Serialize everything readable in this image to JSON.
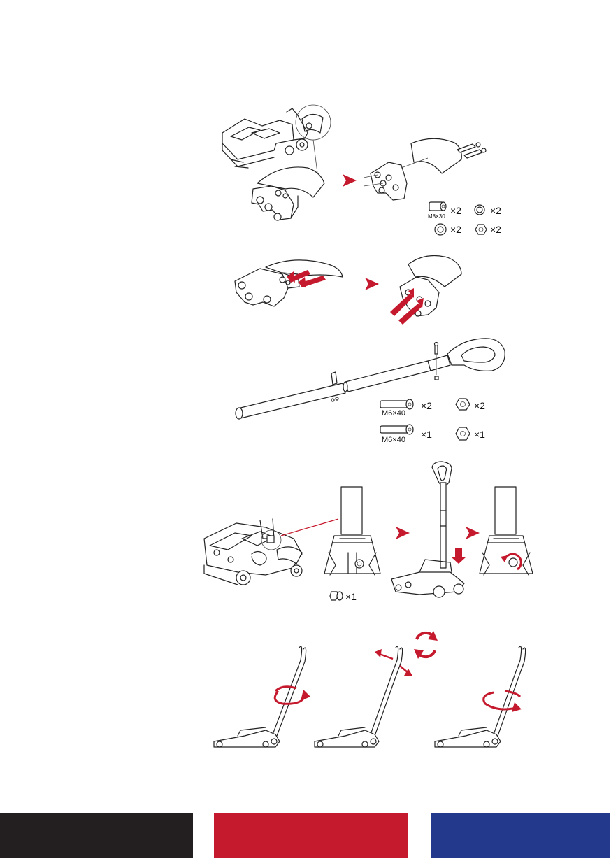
{
  "colors": {
    "brand_black": "#231f20",
    "brand_red": "#c5192d",
    "brand_blue": "#233a8c"
  },
  "step1": {
    "bolt_spec": "M8×30",
    "bolt_qty": "×2",
    "lock_washer_qty": "×2",
    "flat_washer_qty": "×2",
    "nut_qty": "×2"
  },
  "step3": {
    "bolt_a_spec": "M6×40",
    "bolt_a_qty": "×2",
    "nut_a_qty": "×2",
    "bolt_b_spec": "M6×40",
    "bolt_b_qty": "×1",
    "nut_b_qty": "×1"
  },
  "step4": {
    "cap_nut_qty": "×1"
  },
  "icons": [
    "arrow-right-icon",
    "rotate-icon",
    "rotate-clockwise-icon",
    "double-arrow-icon"
  ]
}
